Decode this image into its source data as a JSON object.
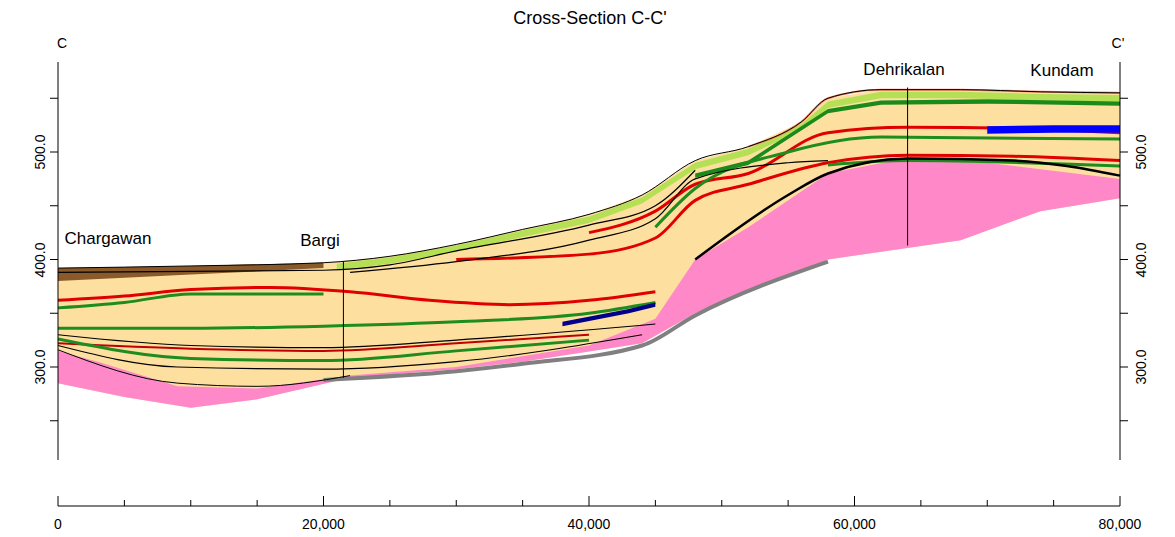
{
  "diagram": {
    "title": "Cross-Section C-C'",
    "labels": [
      "C",
      "C'",
      "Chargawan",
      "Bargi",
      "Dehrikalan",
      "Kundam",
      "500.0",
      "400.0",
      "300.0",
      "500.0",
      "400.0",
      "300.0",
      "0",
      "20,000",
      "40,000",
      "60,000",
      "80,000"
    ]
  }
}
